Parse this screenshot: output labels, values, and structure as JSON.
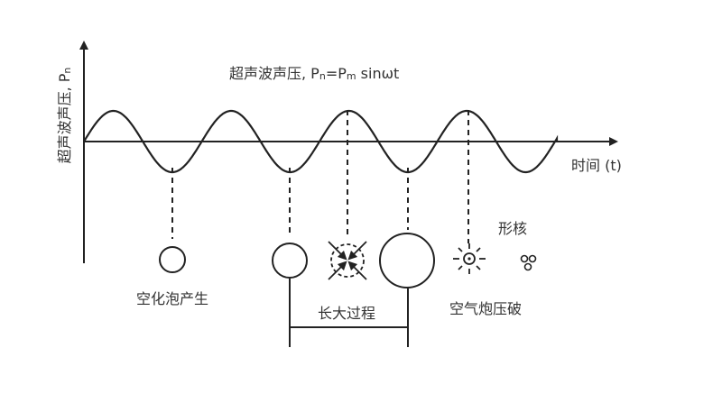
{
  "formula": {
    "prefix": "超声波声压, P",
    "sub_n": "n",
    "eq": "=P",
    "sub_m": "m",
    "tail": " sinωt"
  },
  "y_axis": {
    "text": "超声波声压, P",
    "sub": "n"
  },
  "x_axis_label": "时间 (t)",
  "stages": {
    "formation": "空化泡产生",
    "growth": "长大过程",
    "collapse": "空气炮压破",
    "nuclei": "形核"
  },
  "colors": {
    "line": "#222222",
    "text": "#333333"
  }
}
